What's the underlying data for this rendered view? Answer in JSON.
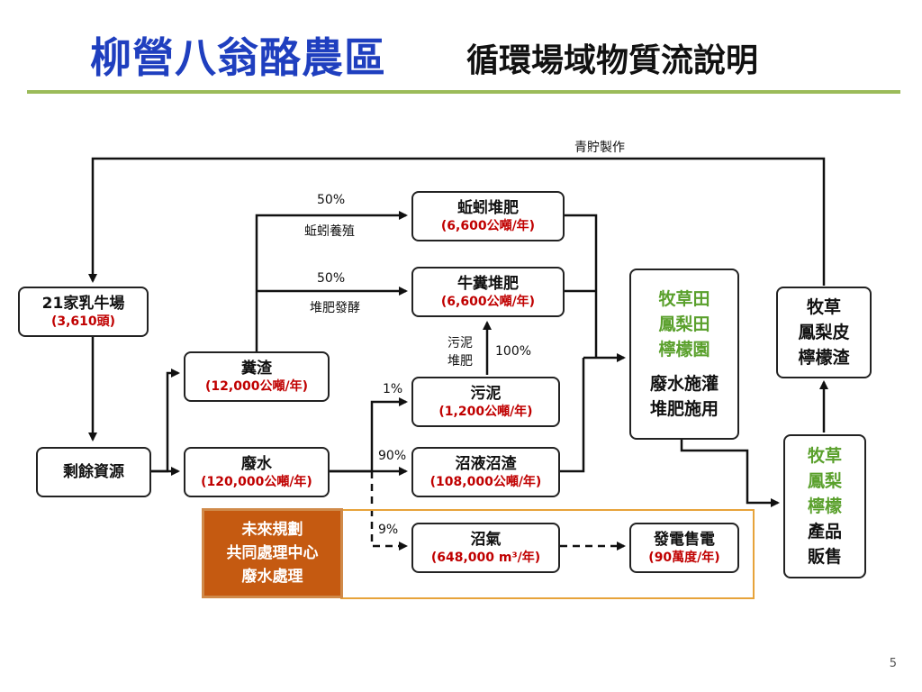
{
  "title": {
    "main": "柳營八翁酪農區",
    "sub": "循環場域物質流說明"
  },
  "page_number": "5",
  "nodes": {
    "farm": {
      "title": "21家乳牛場",
      "sub": "(3,610頭)"
    },
    "surplus": {
      "title": "剩餘資源"
    },
    "manure": {
      "title": "糞渣",
      "sub": "(12,000公噸/年)"
    },
    "wastewater": {
      "title": "廢水",
      "sub": "(120,000公噸/年)"
    },
    "worm": {
      "title": "蚯蚓堆肥",
      "sub": "(6,600公噸/年)"
    },
    "cow_compost": {
      "title": "牛糞堆肥",
      "sub": "(6,600公噸/年)"
    },
    "sludge": {
      "title": "污泥",
      "sub": "(1,200公噸/年)"
    },
    "digestate": {
      "title": "沼液沼渣",
      "sub": "(108,000公噸/年)"
    },
    "biogas": {
      "title": "沼氣",
      "sub": "(648,000 m³/年)"
    },
    "power": {
      "title": "發電售電",
      "sub": "(90萬度/年)"
    },
    "fields": {
      "lines_green": [
        "牧草田",
        "鳳梨田",
        "檸檬園"
      ],
      "lines_black": [
        "廢水施灌",
        "堆肥施用"
      ]
    },
    "residue": {
      "lines": [
        "牧草",
        "鳳梨皮",
        "檸檬渣"
      ]
    },
    "products": {
      "lines_green": [
        "牧草",
        "鳳梨",
        "檸檬"
      ],
      "lines_black": [
        "產品",
        "販售"
      ]
    },
    "future": {
      "lines": [
        "未來規劃",
        "共同處理中心",
        "廢水處理"
      ]
    }
  },
  "labels": {
    "silage": "青貯製作",
    "worm_pct": "50%",
    "worm_note": "蚯蚓養殖",
    "compost_pct": "50%",
    "compost_note": "堆肥發酵",
    "sludge_note_1": "污泥",
    "sludge_note_2": "堆肥",
    "sludge_pct_up": "100%",
    "pct_1": "1%",
    "pct_90": "90%",
    "pct_9": "9%"
  }
}
